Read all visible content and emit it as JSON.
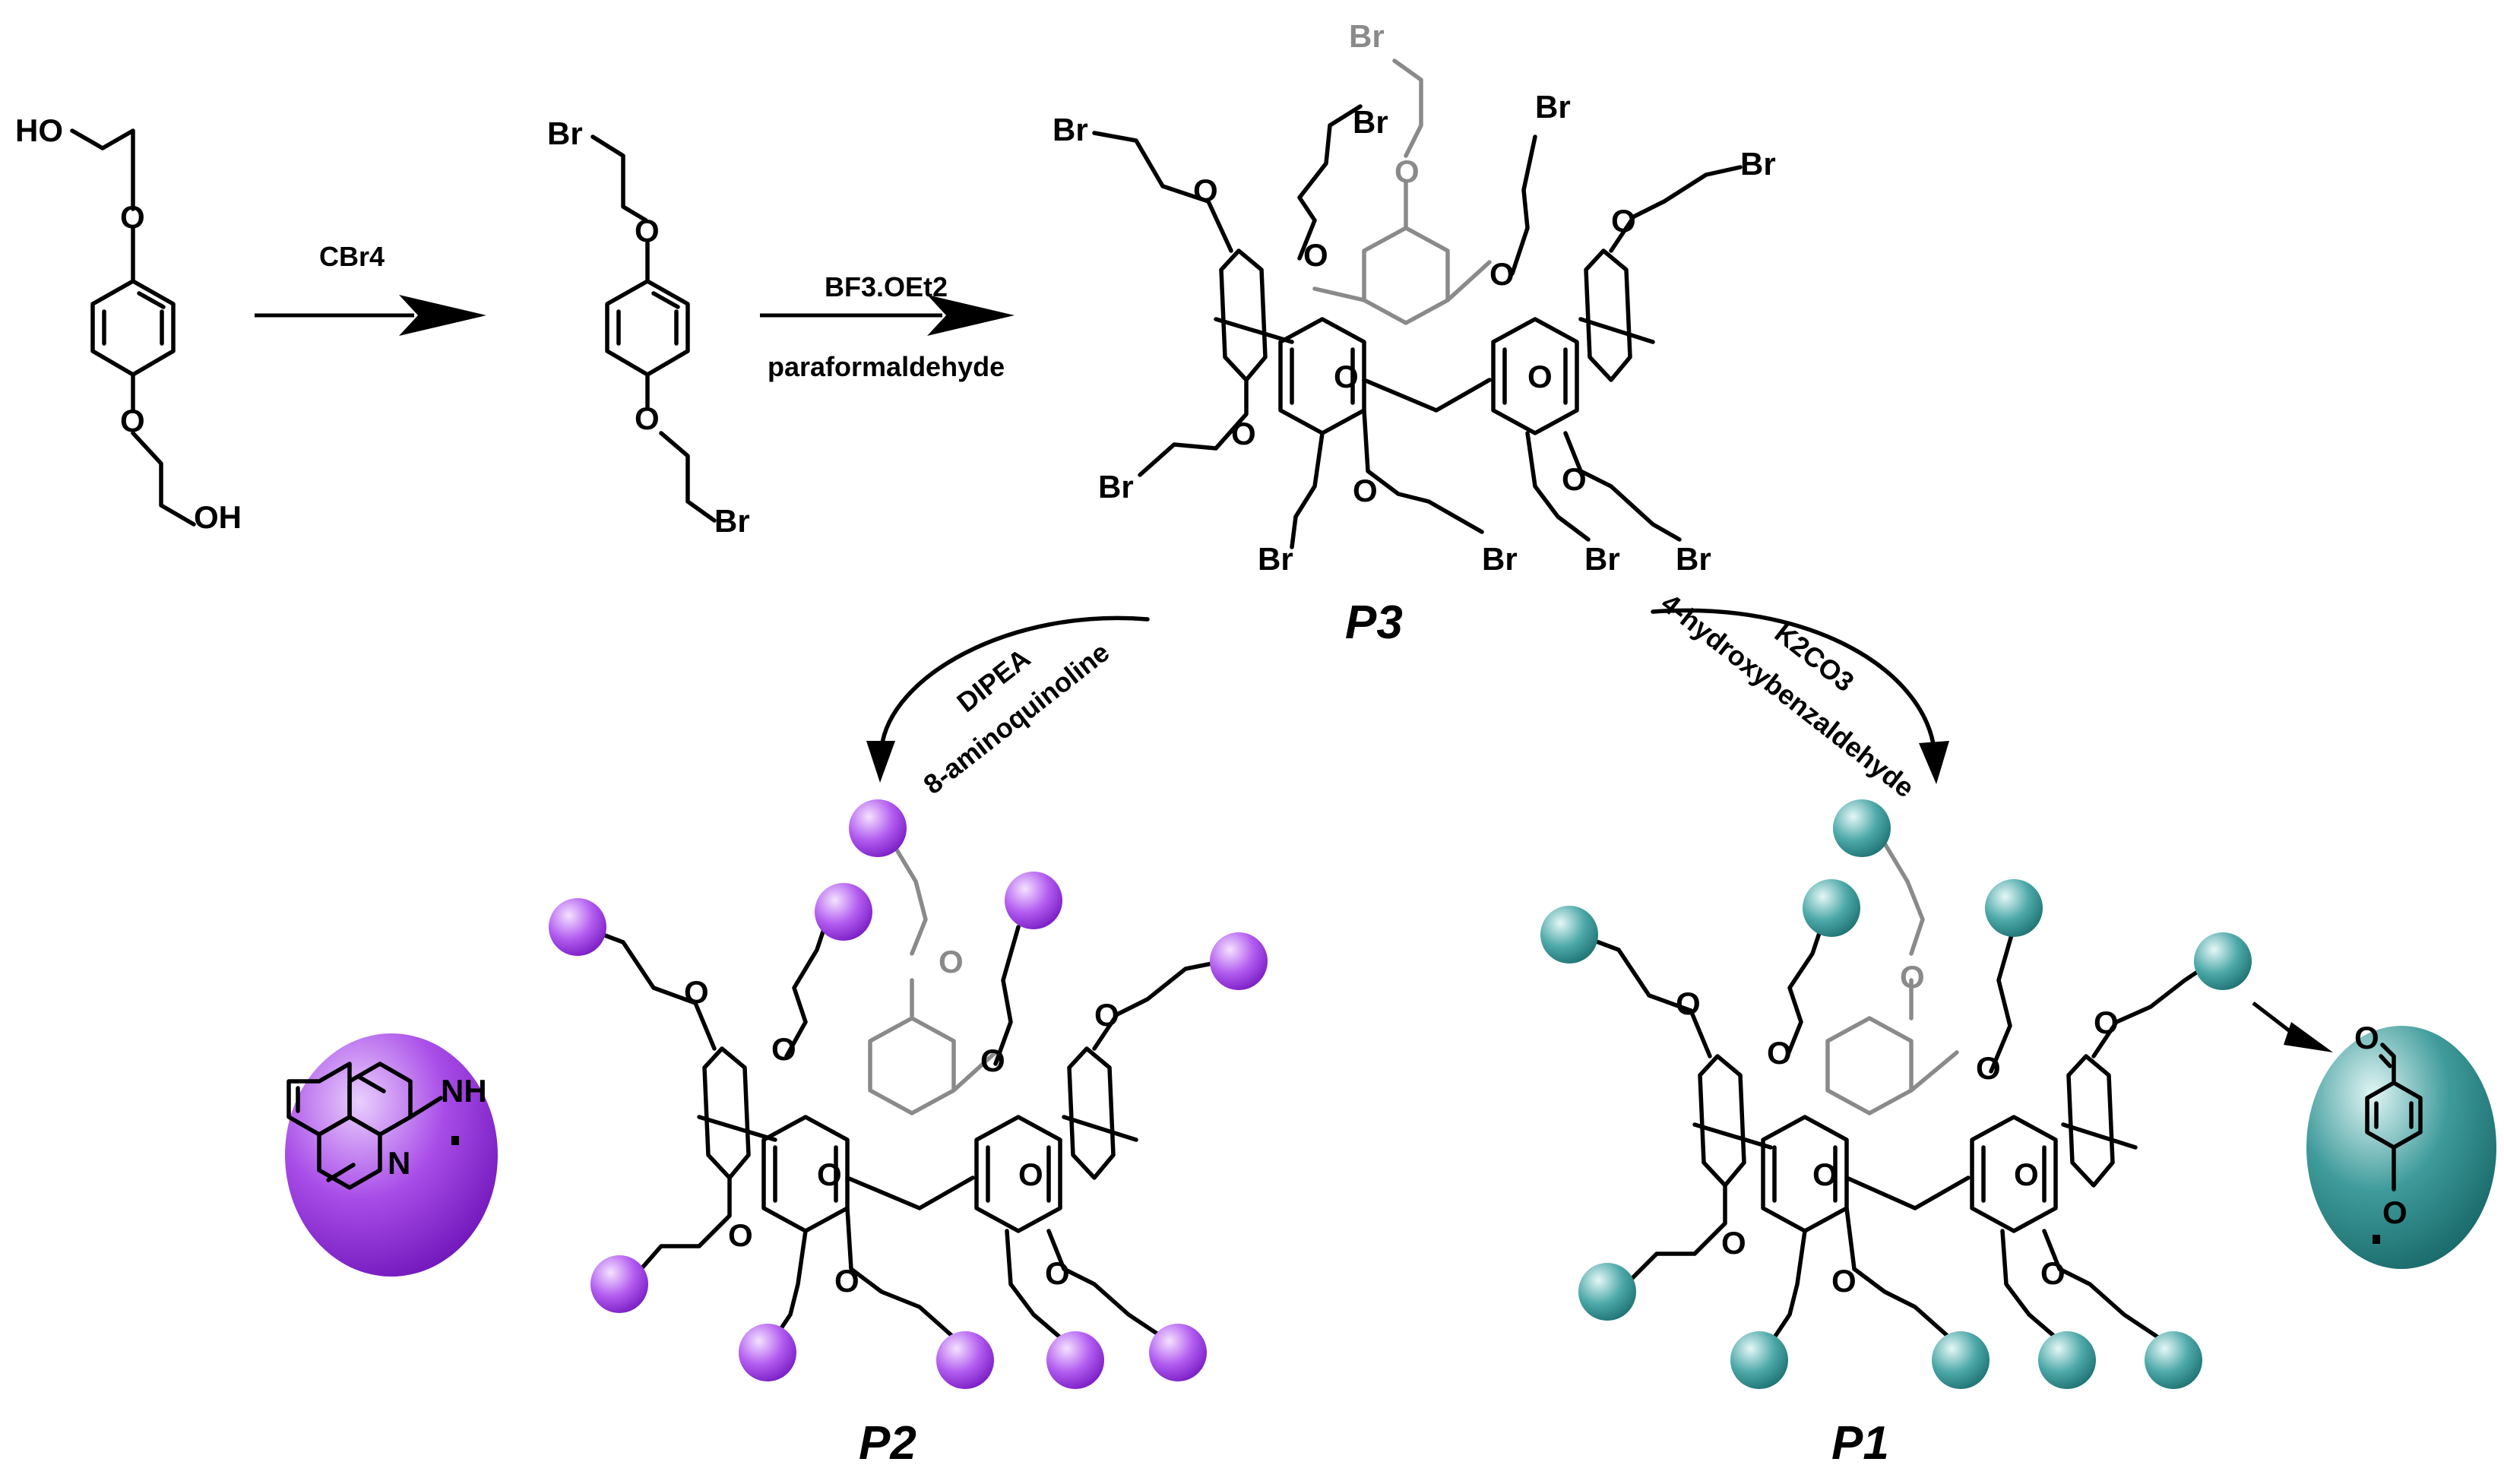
{
  "reactions": {
    "step1_reagent": "CBr4",
    "step2_reagent_top": "BF3.OEt2",
    "step2_reagent_bottom": "paraformaldehyde",
    "p3_to_p2_line1": "DIPEA",
    "p3_to_p2_line2": "8-aminoquinoline",
    "p3_to_p1_line1": "K2CO3",
    "p3_to_p1_line2": "4-hydroxybenzaldehyde"
  },
  "atoms": {
    "hydroxyl": "HO",
    "hydroxyl_right": "OH",
    "oxygen": "O",
    "bromine": "Br",
    "nitrogen": "N",
    "amine": "NH"
  },
  "compounds": {
    "p1": "P1",
    "p2": "P2",
    "p3": "P3"
  },
  "colors": {
    "purple_bead": "#9b30e0",
    "teal_bead": "#2a8f8f",
    "bond": "#000000",
    "grey_bond": "#8a8a8a"
  },
  "icons": {
    "quinoline_badge": "8-aminoquinoline-group-icon",
    "aldehyde_badge": "4-formylphenoxy-group-icon"
  }
}
